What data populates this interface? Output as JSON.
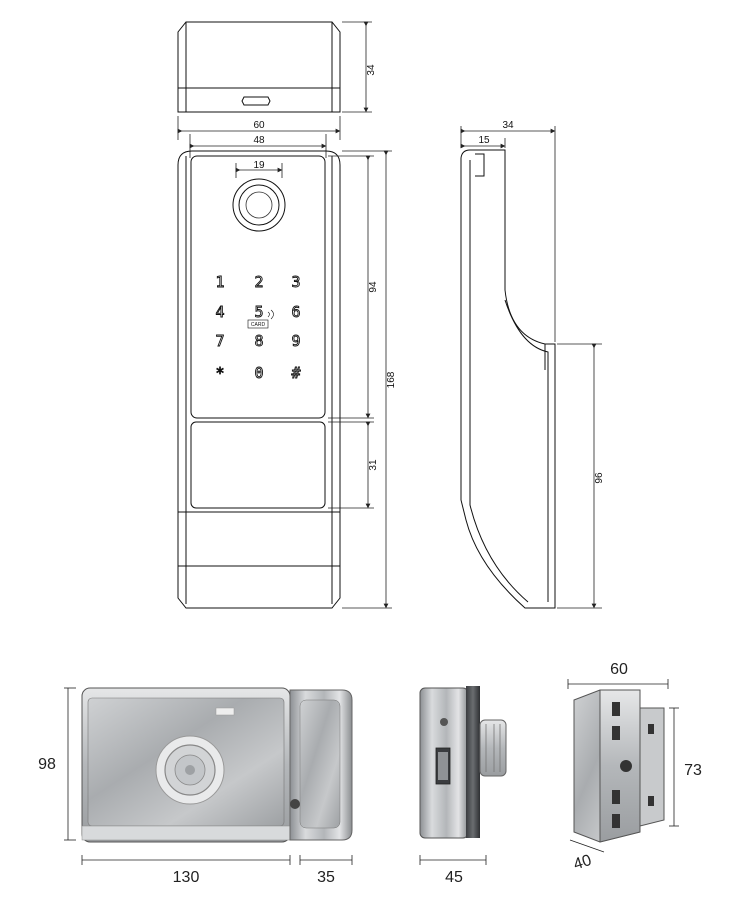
{
  "dimensions": {
    "top_height": "34",
    "width_60": "60",
    "width_48": "48",
    "sensor_19": "19",
    "panel_94": "94",
    "handle_31": "31",
    "total_168": "168",
    "side_34": "34",
    "side_15": "15",
    "side_96": "96",
    "body_98": "98",
    "body_130": "130",
    "knob_35": "35",
    "side_45": "45",
    "strike_60": "60",
    "strike_73": "73",
    "strike_40": "40"
  },
  "keypad": {
    "keys": [
      "1",
      "2",
      "3",
      "4",
      "5",
      "6",
      "7",
      "8",
      "9",
      "*",
      "0",
      "#"
    ],
    "card_label": "CARD"
  },
  "colors": {
    "line": "#111111",
    "metal": "#b9bcbf"
  }
}
